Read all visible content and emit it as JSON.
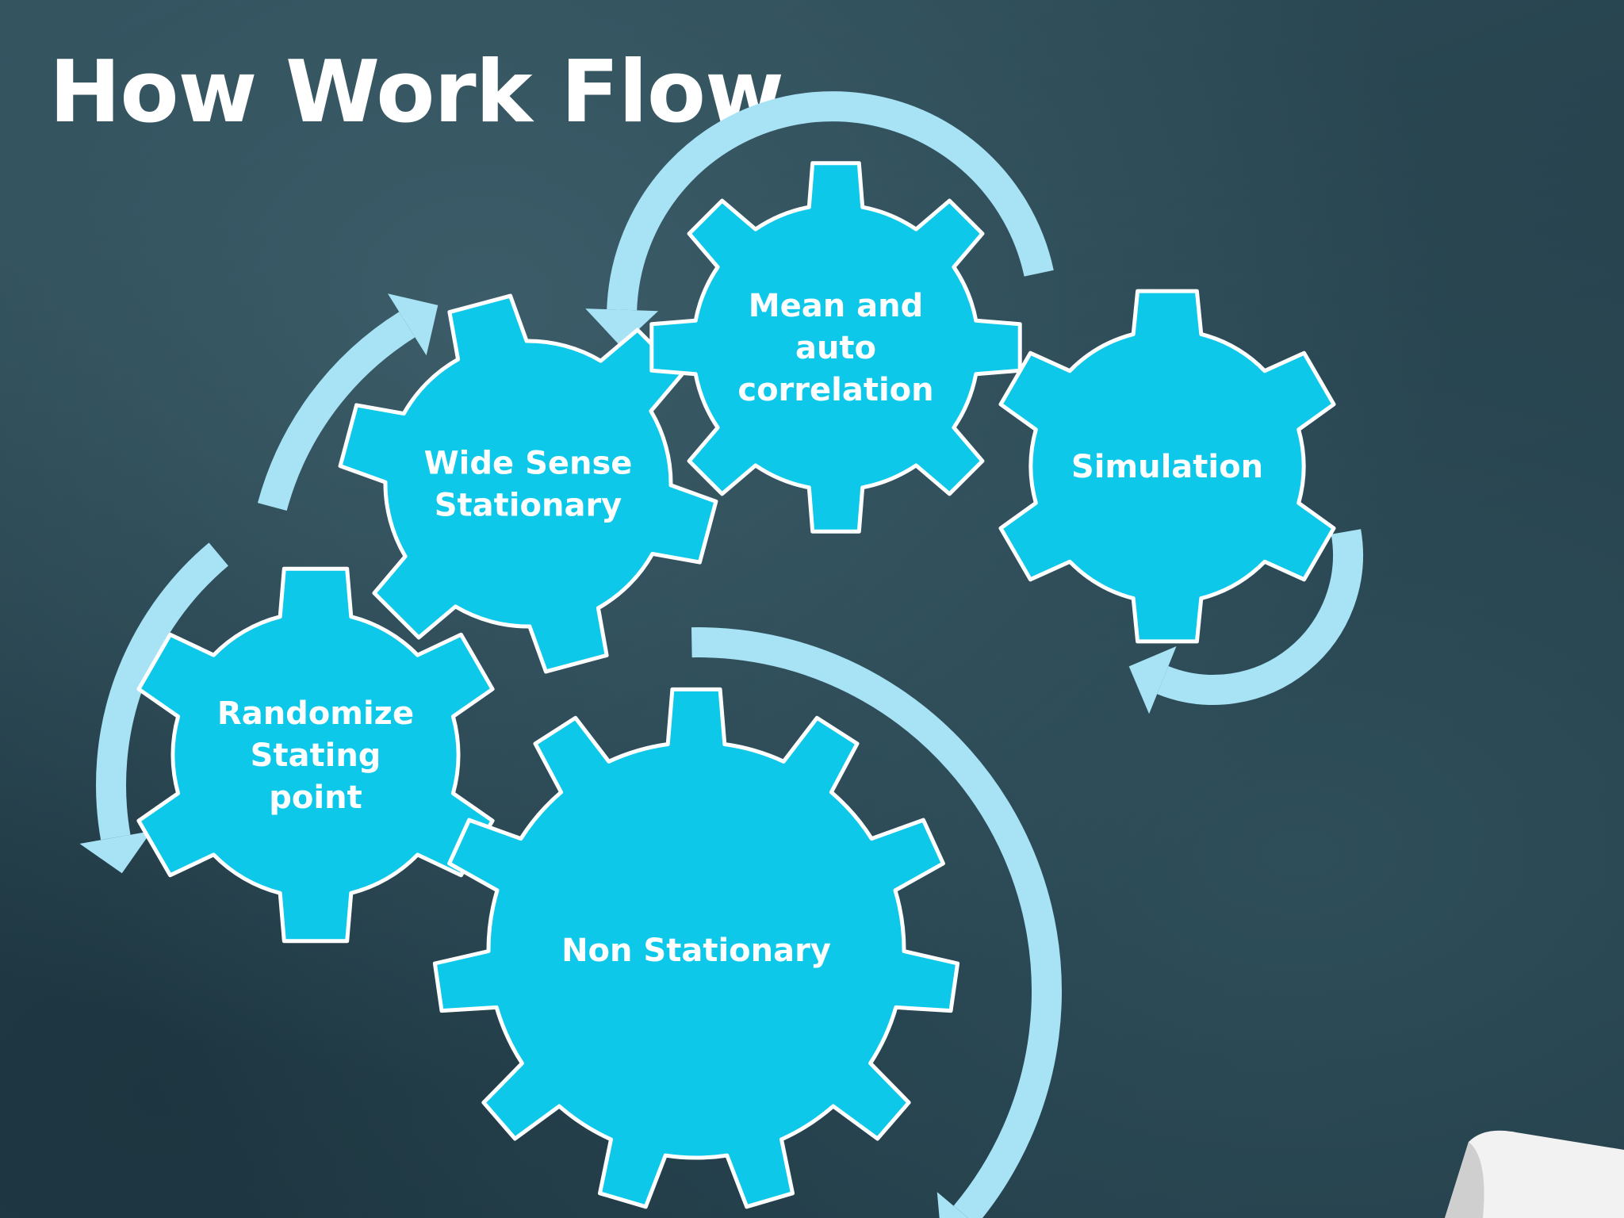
{
  "slide": {
    "title": "How Work Flow"
  },
  "diagram": {
    "gears": [
      {
        "id": "randomize",
        "lines": [
          "Randomize",
          "Stating",
          "point"
        ]
      },
      {
        "id": "wide-sense",
        "lines": [
          "Wide Sense",
          "Stationary"
        ]
      },
      {
        "id": "mean-auto",
        "lines": [
          "Mean and",
          "auto",
          "correlation"
        ]
      },
      {
        "id": "simulation",
        "lines": [
          "Simulation"
        ]
      },
      {
        "id": "non-stationary",
        "lines": [
          "Non Stationary"
        ]
      }
    ],
    "colors": {
      "gear_fill": "#0ec8ea",
      "gear_outline": "#ffffff",
      "arrow": "#a8e2f5",
      "title": "#ffffff"
    }
  }
}
